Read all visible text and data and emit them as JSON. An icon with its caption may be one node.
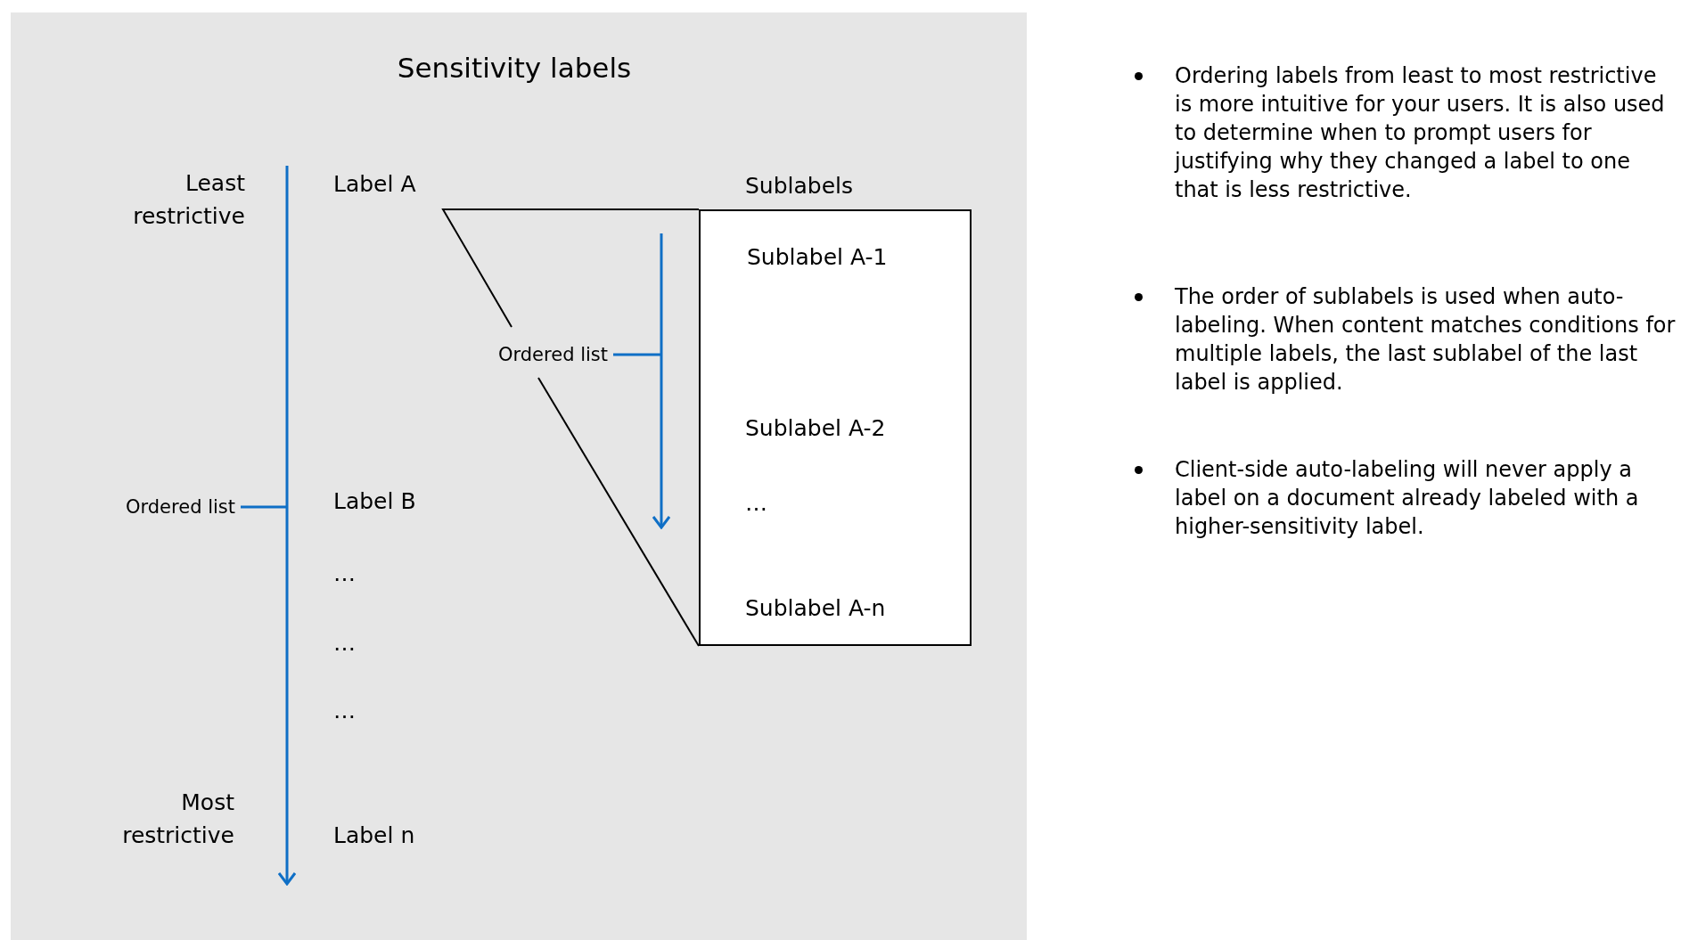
{
  "diagram": {
    "title": "Sensitivity labels",
    "nodes": [
      {
        "text": [
          "Sublabels",
          "Sublabel A-1",
          "Sublabel A-2",
          "…",
          "Sublabel A-n"
        ]
      },
      {
        "text": [
          "Ordered list"
        ]
      },
      {
        "text": [
          "Ordered list"
        ]
      }
    ],
    "edges": [
      {
        "from": 1,
        "to": null,
        "arrow": "none"
      },
      {
        "from": 2,
        "to": null,
        "arrow": "none"
      }
    ],
    "labels": [
      "Least restrictive",
      "Label A",
      "Label B",
      "…",
      "…",
      "…",
      "Most restrictive",
      "Label n",
      "Ordering labels from least to most restrictive is more intuitive for your users. It is also used to determine when to prompt users for justifying why they changed a label to one that is less restrictive.",
      "The order of sublabels is used when auto-labeling. When content matches conditions for multiple labels, the last sublabel of the last label is applied.",
      "Client-side auto-labeling will never apply a label on a document already labeled with a higher-sensitivity label."
    ]
  }
}
